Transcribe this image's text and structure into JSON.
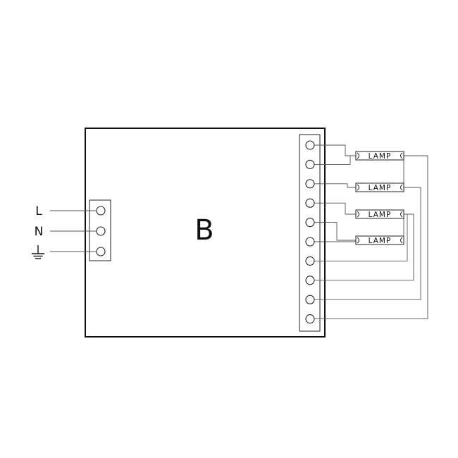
{
  "ballast": {
    "label": "B"
  },
  "inputs": [
    {
      "label": "L"
    },
    {
      "label": "N"
    },
    {
      "label": "",
      "icon": "ground-icon"
    }
  ],
  "output_terminals": 10,
  "lamps": [
    {
      "label": "LAMP"
    },
    {
      "label": "LAMP"
    },
    {
      "label": "LAMP"
    },
    {
      "label": "LAMP"
    }
  ],
  "colors": {
    "line": "#111111",
    "wire": "#555555",
    "background": "#ffffff"
  }
}
